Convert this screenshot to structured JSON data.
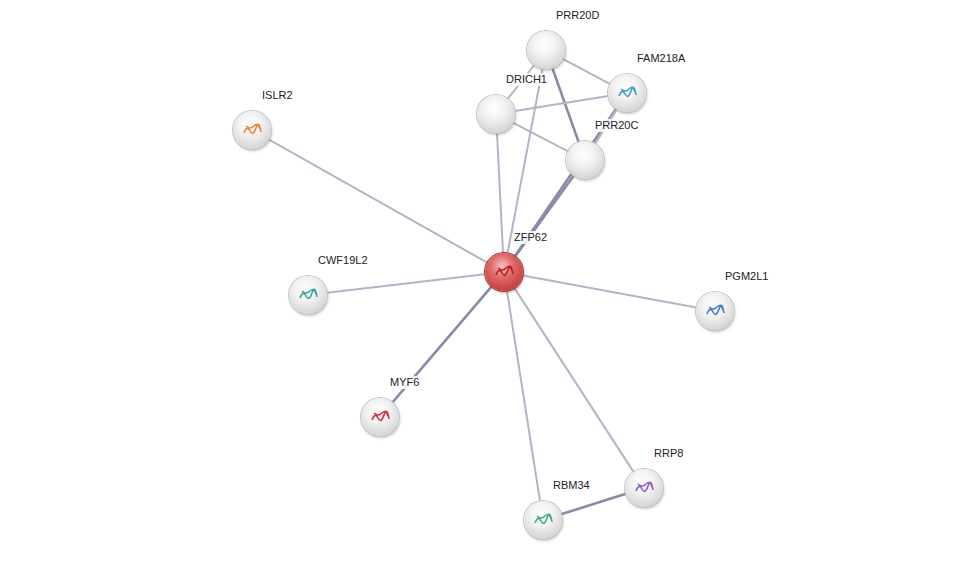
{
  "diagram": {
    "nodes": [
      {
        "text": [
          "PRR20D"
        ]
      },
      {
        "text": [
          "FAM218A"
        ]
      },
      {
        "text": [
          "DRICH1"
        ]
      },
      {
        "text": [
          "PRR20C"
        ]
      },
      {
        "text": [
          "ISLR2"
        ]
      },
      {
        "text": [
          "ZFP62"
        ]
      },
      {
        "text": [
          "CWF19L2"
        ]
      },
      {
        "text": [
          "PGM2L1"
        ]
      },
      {
        "text": [
          "MYF6"
        ]
      },
      {
        "text": [
          "RRP8"
        ]
      },
      {
        "text": [
          "RBM34"
        ]
      }
    ],
    "edges": [
      {
        "from": 5,
        "to": 4,
        "arrow": "none"
      },
      {
        "from": 5,
        "to": 6,
        "arrow": "none"
      },
      {
        "from": 5,
        "to": 8,
        "arrow": "none"
      },
      {
        "from": 5,
        "to": 10,
        "arrow": "none"
      },
      {
        "from": 5,
        "to": 9,
        "arrow": "none"
      },
      {
        "from": 5,
        "to": 7,
        "arrow": "none"
      },
      {
        "from": 5,
        "to": 2,
        "arrow": "none"
      },
      {
        "from": 5,
        "to": 0,
        "arrow": "none"
      },
      {
        "from": 5,
        "to": 3,
        "arrow": "none"
      },
      {
        "from": 5,
        "to": 1,
        "arrow": "none"
      },
      {
        "from": 0,
        "to": 1,
        "arrow": "none"
      },
      {
        "from": 0,
        "to": 2,
        "arrow": "none"
      },
      {
        "from": 0,
        "to": 3,
        "arrow": "none"
      },
      {
        "from": 2,
        "to": 1,
        "arrow": "none"
      },
      {
        "from": 2,
        "to": 3,
        "arrow": "none"
      },
      {
        "from": 1,
        "to": 3,
        "arrow": "none"
      },
      {
        "from": 10,
        "to": 9,
        "arrow": "none"
      }
    ]
  }
}
